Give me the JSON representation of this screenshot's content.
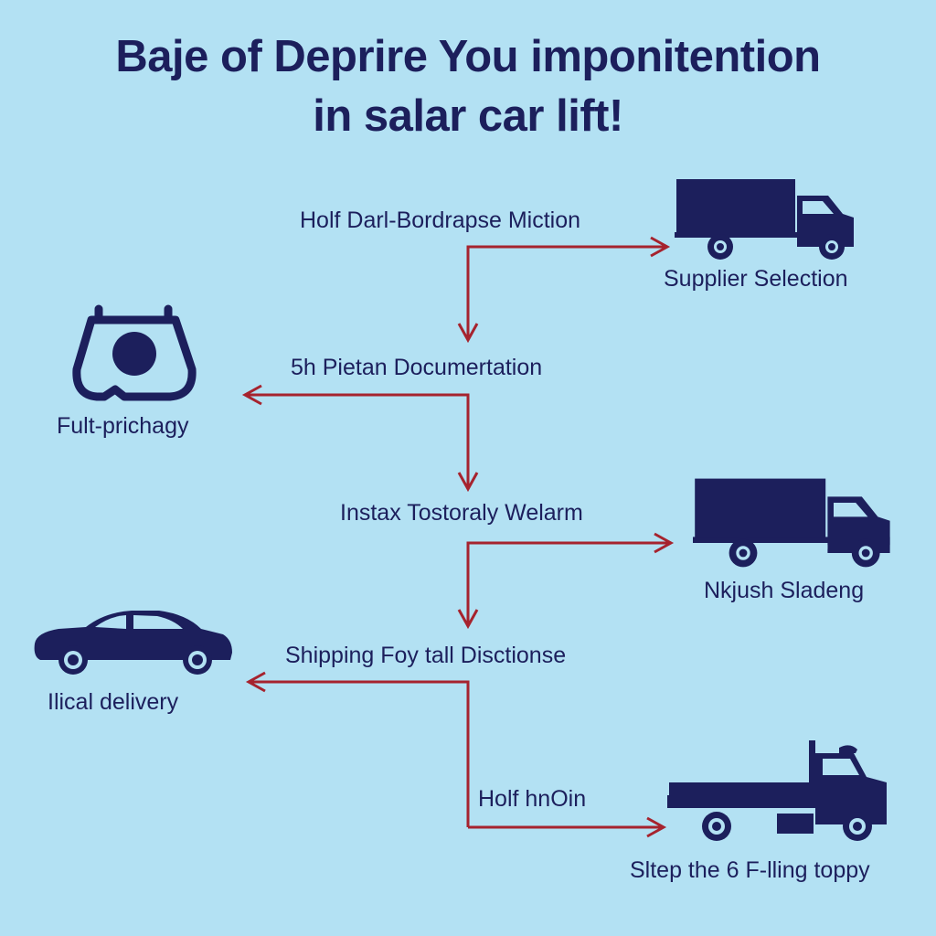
{
  "colors": {
    "background": "#b3e1f3",
    "text": "#1c1f5c",
    "icon": "#1c1f5c",
    "arrow": "#a6232e"
  },
  "title": {
    "line1": "Baje of Deprire You imponitention",
    "line2": "in salar car lift!"
  },
  "steps": [
    {
      "label": "Holf Darl-Bordrapse Miction"
    },
    {
      "label": "5h Pietan Documertation"
    },
    {
      "label": "Instax Tostoraly Welarm"
    },
    {
      "label": "Shipping Foy tall Disctionse"
    },
    {
      "label": "Holf hnOin"
    }
  ],
  "outcomes": [
    {
      "label": "Supplier Selection",
      "icon": "box-truck-icon"
    },
    {
      "label": "Fult-prichagy",
      "icon": "bag-icon"
    },
    {
      "label": "Nkjush Sladeng",
      "icon": "box-truck-icon"
    },
    {
      "label": "Ilical delivery",
      "icon": "sedan-car-icon"
    },
    {
      "label": "Sltep the 6 F-lling toppy",
      "icon": "flatbed-truck-icon"
    }
  ]
}
